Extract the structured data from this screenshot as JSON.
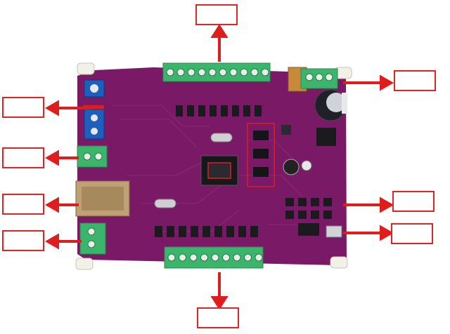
{
  "diagram": {
    "board_color": "#7a1a66",
    "arrow_color": "#e01d1d",
    "terminal_color": "#39b36a",
    "blue_component_color": "#1d5fbf",
    "labels": [
      {
        "id": "top",
        "text": ""
      },
      {
        "id": "right-top",
        "text": ""
      },
      {
        "id": "left-1",
        "text": ""
      },
      {
        "id": "left-2",
        "text": ""
      },
      {
        "id": "left-3",
        "text": ""
      },
      {
        "id": "left-4",
        "text": ""
      },
      {
        "id": "right-middle",
        "text": ""
      },
      {
        "id": "right-bottom",
        "text": ""
      },
      {
        "id": "bottom",
        "text": ""
      }
    ]
  }
}
